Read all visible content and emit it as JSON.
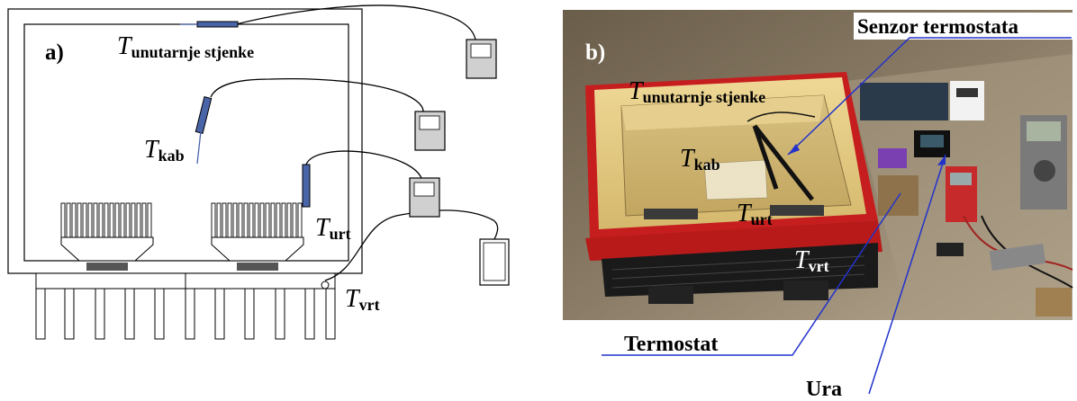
{
  "panel_a": {
    "label": "a)",
    "t_wall": {
      "main": "T",
      "sub": "unutarnje stjenke"
    },
    "t_cab": {
      "main": "T",
      "sub": "kab"
    },
    "t_urt": {
      "main": "T",
      "sub": "urt"
    },
    "t_vrt": {
      "main": "T",
      "sub": "vrt"
    }
  },
  "panel_b": {
    "label": "b)",
    "t_wall": {
      "main": "T",
      "sub": "unutarnje stjenke"
    },
    "t_cab": {
      "main": "T",
      "sub": "kab"
    },
    "t_urt": {
      "main": "T",
      "sub": "urt"
    },
    "t_vrt": {
      "main": "T",
      "sub": "vrt"
    },
    "sensor_label": "Senzor termostata",
    "thermostat_label": "Termostat",
    "clock_label": "Ura"
  },
  "colors": {
    "leader_line": "#2233cc",
    "sensor_bar": "#4a64a8",
    "box_red": "#cc1f1f",
    "foam": "#e9d08a"
  }
}
